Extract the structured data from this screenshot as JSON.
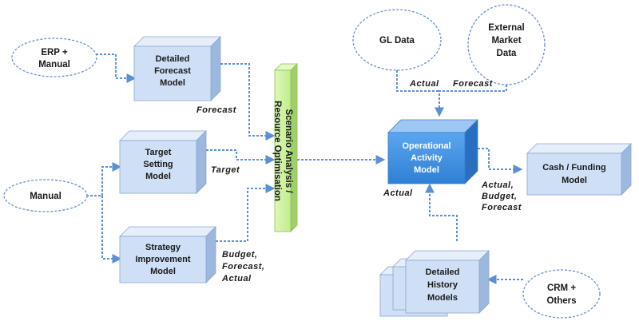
{
  "colors": {
    "box_front": "#cfdff5",
    "box_side": "#9db8de",
    "box_top": "#e6eefa",
    "box_highlight_front": "#3d8ee0",
    "scenario_front": "#c9ef9a",
    "scenario_side": "#9fcf68",
    "connector": "#5b8fd6"
  },
  "sources": {
    "erp_manual": [
      "ERP +",
      "Manual"
    ],
    "manual": [
      "Manual"
    ],
    "gl_data": [
      "GL Data"
    ],
    "external_market_data": [
      "External",
      "Market",
      "Data"
    ],
    "crm_others": [
      "CRM +",
      "Others"
    ]
  },
  "models": {
    "detailed_forecast": [
      "Detailed",
      "Forecast",
      "Model"
    ],
    "target_setting": [
      "Target",
      "Setting",
      "Model"
    ],
    "strategy_improvement": [
      "Strategy",
      "Improvement",
      "Model"
    ],
    "operational_activity": [
      "Operational",
      "Activity",
      "Model"
    ],
    "cash_funding": [
      "Cash / Funding",
      "Model"
    ],
    "detailed_history": [
      "Detailed",
      "History",
      "Models"
    ]
  },
  "scenario_bar": [
    "Scenario Analysis /",
    "Resource Optimisation"
  ],
  "labels": {
    "forecast": "Forecast",
    "target": "Target",
    "budget_forecast_actual": [
      "Budget,",
      "Forecast,",
      "Actual"
    ],
    "gl_actual": "Actual",
    "ext_forecast": "Forecast",
    "history_actual": "Actual",
    "cash_labels": [
      "Actual,",
      "Budget,",
      "Forecast"
    ]
  }
}
